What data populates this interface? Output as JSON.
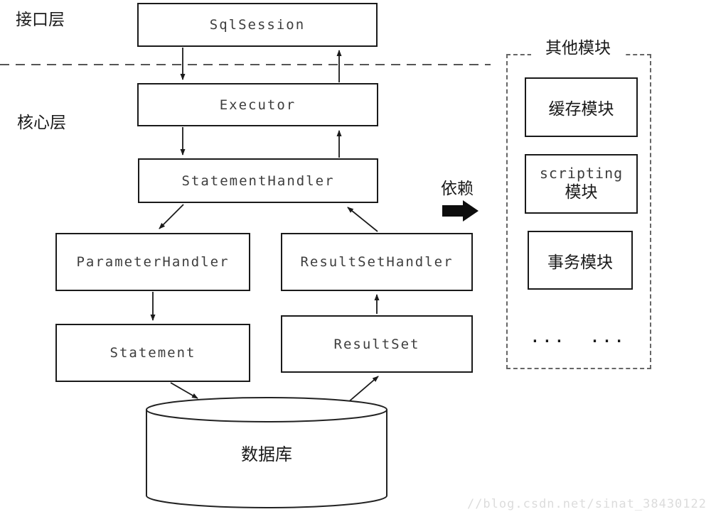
{
  "diagram": {
    "interface_layer_label": "接口层",
    "core_layer_label": "核心层",
    "dependency_label": "依赖",
    "nodes": {
      "sqlsession": "SqlSession",
      "executor": "Executor",
      "statement_handler": "StatementHandler",
      "parameter_handler": "ParameterHandler",
      "resultset_handler": "ResultSetHandler",
      "statement": "Statement",
      "resultset": "ResultSet",
      "database": "数据库"
    },
    "modules_panel": {
      "title": "其他模块",
      "cache_module": "缓存模块",
      "scripting_module_line1": "scripting",
      "scripting_module_line2": "模块",
      "transaction_module": "事务模块",
      "ellipsis": "... ..."
    },
    "watermark": "//blog.csdn.net/sinat_38430122",
    "colors": {
      "line": "#1a1a1a",
      "box_border": "#1a1a1a",
      "mono_text": "#3d3d3d",
      "cjk_text": "#1a1a1a",
      "watermark": "#dcdcdc",
      "background": "#ffffff"
    }
  }
}
